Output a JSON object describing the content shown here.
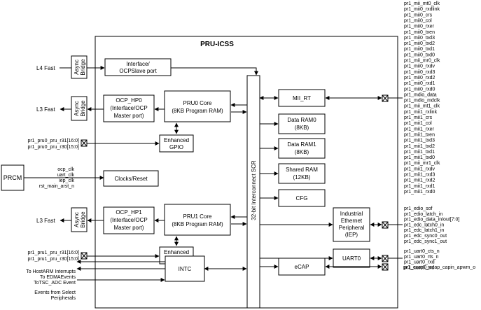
{
  "title": "PRU-ICSS",
  "external": {
    "l4_fast": "L4 Fast",
    "l3_fast_top": "L3 Fast",
    "l3_fast_bottom": "L3 Fast",
    "prcm": "PRCM",
    "pru0_gpio_signals": [
      "pr1_pru0_pru_r31[16:0]",
      "pr1_pru0_pru_r30[15:0]"
    ],
    "pru1_gpio_signals": [
      "pr1_pru1_pru_r31[16:0]",
      "pr1_pru1_pru_r30[15:0]"
    ],
    "clock_signals": [
      "ocp_clk",
      "uart_clk",
      "iep_clk",
      "rst_main_arst_n"
    ],
    "interrupt_outputs": [
      "To HostARM Interrupts",
      "To EDMAEvents",
      "ToTSC_ADC Event"
    ],
    "interrupt_inputs": [
      "Events from Select",
      "Peripherals"
    ]
  },
  "blocks": {
    "async_bridge": [
      "Async",
      "Bridge"
    ],
    "interface_ocpslave": [
      "Interface/",
      "OCPSlave port"
    ],
    "ocp_hp0": [
      "OCP_HP0",
      "(Interface/OCP",
      "Master port)"
    ],
    "ocp_hp1": [
      "OCP_HP1",
      "(Interface/OCP",
      "Master port)"
    ],
    "pru0_core": [
      "PRU0 Core",
      "(8KB Program RAM)"
    ],
    "pru1_core": [
      "PRU1 Core",
      "(8KB Program RAM)"
    ],
    "enhanced_gpio": [
      "Enhanced",
      "GPIO"
    ],
    "clocks_reset": "Clocks/Reset",
    "interconnect": "32-bit Interconnect SCR",
    "mii_rt": "MII_RT",
    "data_ram0": [
      "Data RAM0",
      "(8KB)"
    ],
    "data_ram1": [
      "Data RAM1",
      "(8KB)"
    ],
    "shared_ram": [
      "Shared RAM",
      "(12KB)"
    ],
    "cfg": "CFG",
    "iep": [
      "Industrial",
      "Ethernet",
      "Peripheral",
      "(IEP)"
    ],
    "uart0": "UART0",
    "intc": "INTC",
    "ecap": "eCAP"
  },
  "pins": {
    "mii": [
      "pr1_mii_mt0_clk",
      "pr1_mii0_rxdlink",
      "pr1_mii0_crs",
      "pr1_mii0_col",
      "pr1_mii0_rxer",
      "pr1_mii0_txen",
      "pr1_mii0_txd3",
      "pr1_mii0_txd2",
      "pr1_mii0_txd1",
      "pr1_mii0_txd0",
      "pr1_mii_mr0_clk",
      "pr1_mii0_rxdv",
      "pr1_mii0_rxd3",
      "pr1_mii0_rxd2",
      "pr1_mii0_rxd1",
      "pr1_mii0_rxd0",
      "pr1_mdio_data",
      "pr1_mdio_mdclk",
      "pr1_mii_mt1_clk",
      "pr1_mii1_rxlink",
      "pr1_mii1_crs",
      "pr1_mii1_col",
      "pr1_mii1_rxer",
      "pr1_mii1_txen",
      "pr1_mii1_txd3",
      "pr1_mii1_txd2",
      "pr1_mii1_txd1",
      "pr1_mii1_txd0",
      "pr1_mii_mr1_clk",
      "pr1_mii1_rxdv",
      "pr1_mii1_rxd3",
      "pr1_mii1_rxd2",
      "pr1_mii1_rxd1",
      "pr1_mii1_rxd0"
    ],
    "edio": [
      "pr1_edio_sof",
      "pr1_edio_latch_in",
      "pr1_edio_data_in/out[7:0]",
      "pr1_edc_latch0_in",
      "pr1_edc_latch1_in",
      "pr1_edc_sync0_out",
      "pr1_edc_sync1_out"
    ],
    "uart": [
      "pr1_uart0_cts_n",
      "pr1_uart0_rts_n",
      "pr1_uart0_rxd",
      "pr1_uart0_txd"
    ],
    "ecap": "pr1_ecap0_ecap_capin_apwm_o"
  }
}
